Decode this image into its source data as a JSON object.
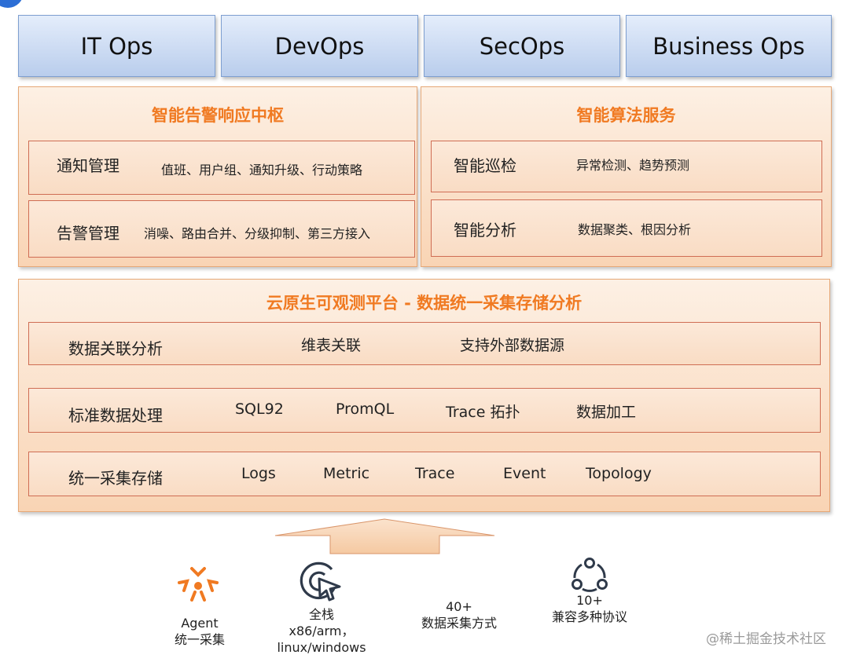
{
  "tabs": [
    "IT Ops",
    "DevOps",
    "SecOps",
    "Business Ops"
  ],
  "alert_panel": {
    "title": "智能告警响应中枢",
    "rows": [
      {
        "label": "通知管理",
        "text": "值班、用户组、通知升级、行动策略"
      },
      {
        "label": "告警管理",
        "text": "消噪、路由合并、分级抑制、第三方接入"
      }
    ]
  },
  "algo_panel": {
    "title": "智能算法服务",
    "rows": [
      {
        "label": "智能巡检",
        "text": "异常检测、趋势预测"
      },
      {
        "label": "智能分析",
        "text": "数据聚类、根因分析"
      }
    ]
  },
  "platform_panel": {
    "title": "云原生可观测平台 - 数据统一采集存储分析",
    "rows": [
      {
        "label": "数据关联分析",
        "items": [
          "维表关联",
          "支持外部数据源"
        ]
      },
      {
        "label": "标准数据处理",
        "items": [
          "SQL92",
          "PromQL",
          "Trace 拓扑",
          "数据加工"
        ]
      },
      {
        "label": "统一采集存储",
        "items": [
          "Logs",
          "Metric",
          "Trace",
          "Event",
          "Topology"
        ]
      }
    ]
  },
  "sources": [
    {
      "icon": "agent-icon",
      "line1": "Agent",
      "line2": "统一采集",
      "color": "#f07a22"
    },
    {
      "icon": "cursor-target-icon",
      "line1": "全栈",
      "line2": "x86/arm，",
      "line3": "linux/windows",
      "color": "#2f3a4a"
    },
    {
      "line1": "40+",
      "line2": "数据采集方式"
    },
    {
      "icon": "network-protocol-icon",
      "line1": "10+",
      "line2": "兼容多种协议",
      "color": "#2f3a4a"
    }
  ],
  "watermark": "@稀土掘金技术社区"
}
